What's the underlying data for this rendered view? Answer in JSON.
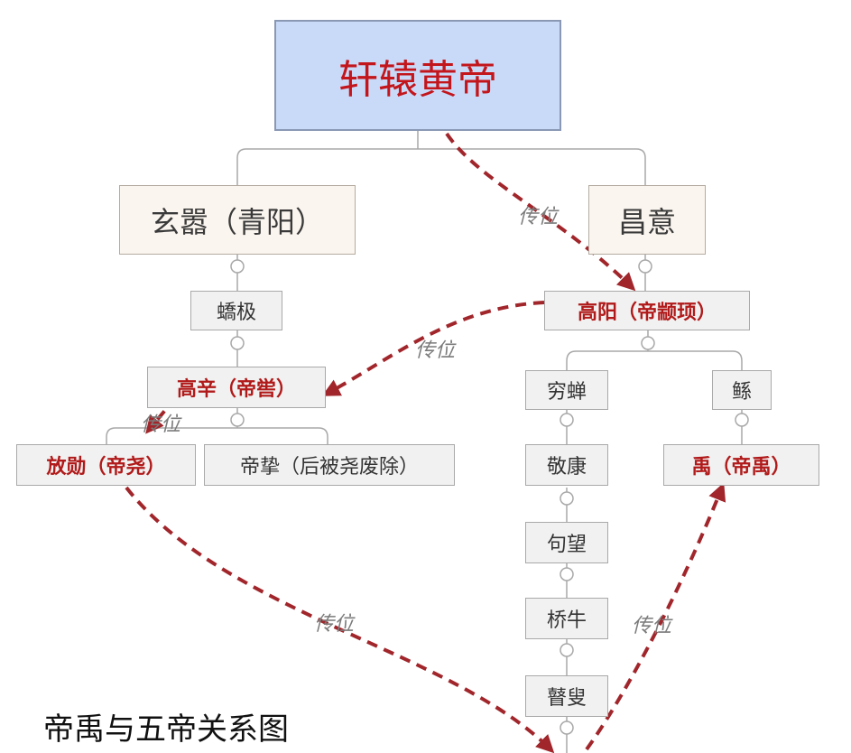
{
  "title": "帝禹与五帝关系图",
  "nodes": {
    "huangdi": "轩辕黄帝",
    "xuanxiao": "玄嚣（青阳）",
    "changyi": "昌意",
    "jiaoji": "蟜极",
    "gaoyang": "高阳（帝颛顼）",
    "gaoxin": "高辛（帝喾）",
    "qiongchan": "穷蝉",
    "gun": "鲧",
    "fangxun": "放勋（帝尧）",
    "dizhi": "帝挚（后被尧废除）",
    "jingkang": "敬康",
    "yu": "禹（帝禹）",
    "goowang": "句望",
    "qiaoniu": "桥牛",
    "gusou": "瞽叟"
  },
  "transfer_label": "传位",
  "colors": {
    "arrow": "#a1262b",
    "highlight_text": "#b11a1a",
    "root_fill": "#c9daf8"
  }
}
